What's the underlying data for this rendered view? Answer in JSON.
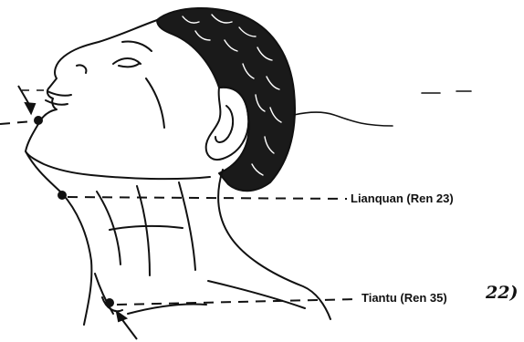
{
  "points": [
    {
      "id": "lianquan",
      "label": "Lianquan (Ren 23)"
    },
    {
      "id": "tiantu",
      "label": "Tiantu (Ren 35)",
      "handwritten_correction": "22)"
    }
  ],
  "colors": {
    "ink": "#111111",
    "hair": "#1a1a1a",
    "background": "#ffffff"
  }
}
